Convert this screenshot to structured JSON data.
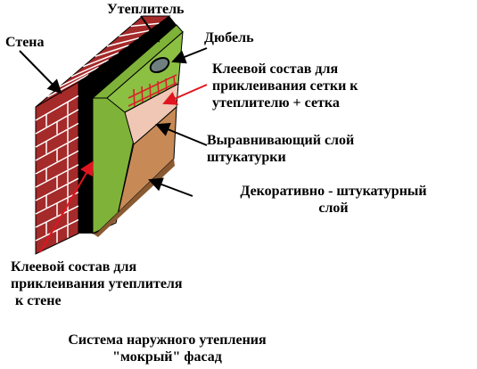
{
  "labels": {
    "wall": "Стена",
    "insulation": "Утеплитель",
    "dowel": "Дюбель",
    "mesh_glue": [
      "Клеевой состав для",
      "приклеивания сетки к",
      "утеплителю + сетка"
    ],
    "leveling": [
      "Выравнивающий слой",
      "штукатурки"
    ],
    "decorative": [
      "Декоративно - штукатурный",
      "слой"
    ],
    "insul_glue": [
      "Клеевой состав для",
      "приклеивания утеплителя",
      "к стене"
    ]
  },
  "caption": [
    "Система наружного утепления",
    "\"мокрый\"  фасад"
  ],
  "colors": {
    "brick": "#a52a2a",
    "mortar": "#ffffff",
    "adhesive": "#000000",
    "insulation": "#7fb238",
    "dowel": "#6f7f7f",
    "mesh": "#d9212b",
    "leveling": "#f0c6b4",
    "decorative": "#c78a57",
    "arrow_black": "#000000",
    "arrow_red": "#e0151f"
  },
  "icons": [
    "brick-wall",
    "dowel-head",
    "reinforcing-mesh"
  ]
}
